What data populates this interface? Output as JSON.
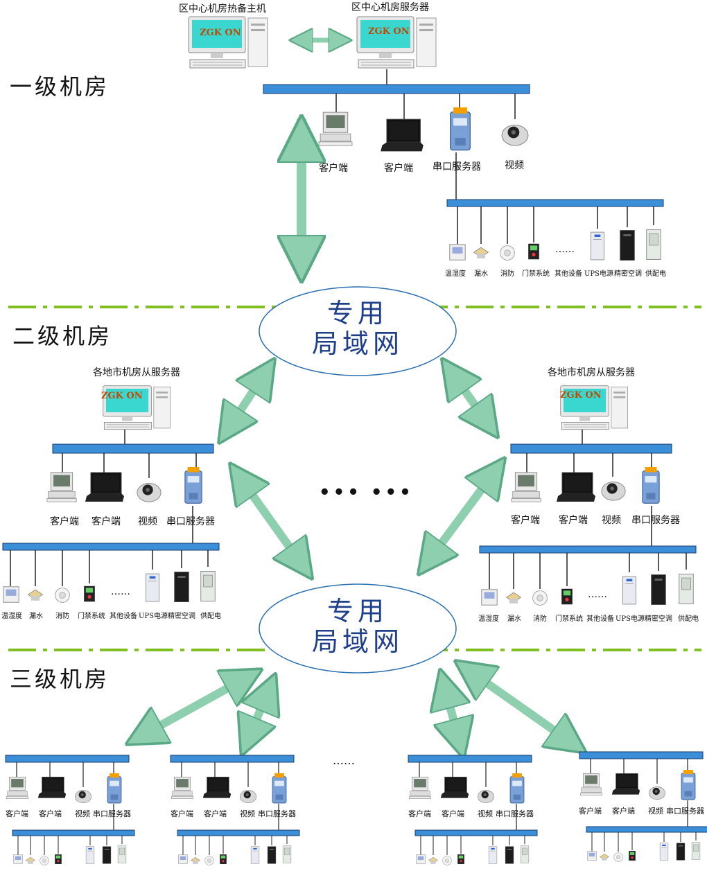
{
  "levels": {
    "first": "一级机房",
    "second": "二级机房",
    "third": "三级机房"
  },
  "lan": {
    "label_line1": "专用",
    "label_line2": "局域网"
  },
  "monitor_brand": "ZGK ON",
  "top": {
    "hot_standby_label": "区中心机房热备主机",
    "server_label": "区中心机房服务器",
    "client_label": "客户端",
    "serial_label": "串口服务器",
    "video_label": "视频"
  },
  "second": {
    "slave_server_label": "各地市机房从服务器",
    "client_label": "客户端",
    "video_label": "视频",
    "serial_label": "串口服务器"
  },
  "sensors": {
    "temp": "温湿度",
    "leak": "漏水",
    "fire": "消防",
    "access": "门禁系统",
    "dots": "……",
    "other": "其他设备",
    "ups": "UPS电源",
    "ac": "精密空调",
    "power": "供配电"
  },
  "ellipsis": "••• •••",
  "ellipsis_small": "……",
  "colors": {
    "bus": "#3a8fd8",
    "bus_stroke": "#1a3a6a",
    "arrow": "#8ecfb0",
    "arrow_stroke": "#5aa886",
    "divider": "#7fbf1f",
    "lan_stroke": "#2a6fb0"
  }
}
